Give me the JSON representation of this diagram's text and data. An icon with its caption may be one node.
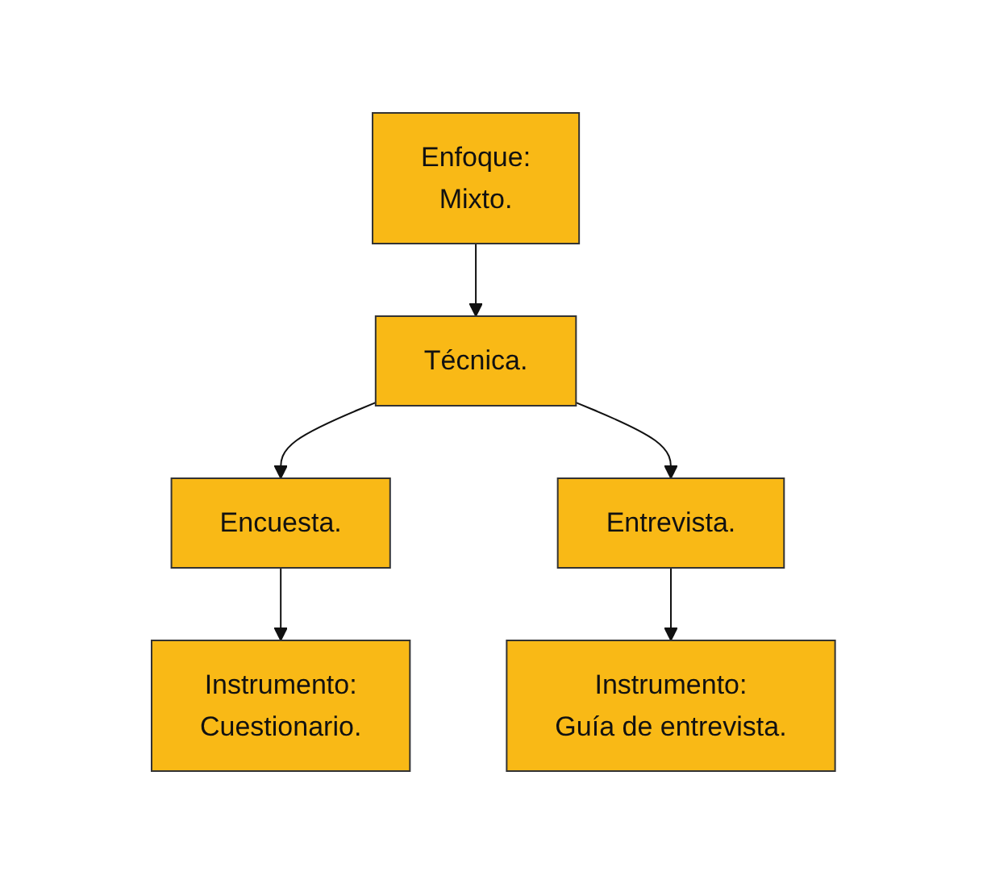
{
  "diagram": {
    "nodes": [
      {
        "text": [
          "Enfoque:",
          "Mixto."
        ]
      },
      {
        "text": [
          "Técnica."
        ]
      },
      {
        "text": [
          "Encuesta."
        ]
      },
      {
        "text": [
          "Entrevista."
        ]
      },
      {
        "text": [
          "Instrumento:",
          "Cuestionario."
        ]
      },
      {
        "text": [
          "Instrumento:",
          "Guía de entrevista."
        ]
      }
    ],
    "edges": [
      {
        "from": 0,
        "to": 1,
        "arrow": "to"
      },
      {
        "from": 1,
        "to": 2,
        "arrow": "to"
      },
      {
        "from": 1,
        "to": 3,
        "arrow": "to"
      },
      {
        "from": 2,
        "to": 4,
        "arrow": "to"
      },
      {
        "from": 3,
        "to": 5,
        "arrow": "to"
      }
    ]
  }
}
